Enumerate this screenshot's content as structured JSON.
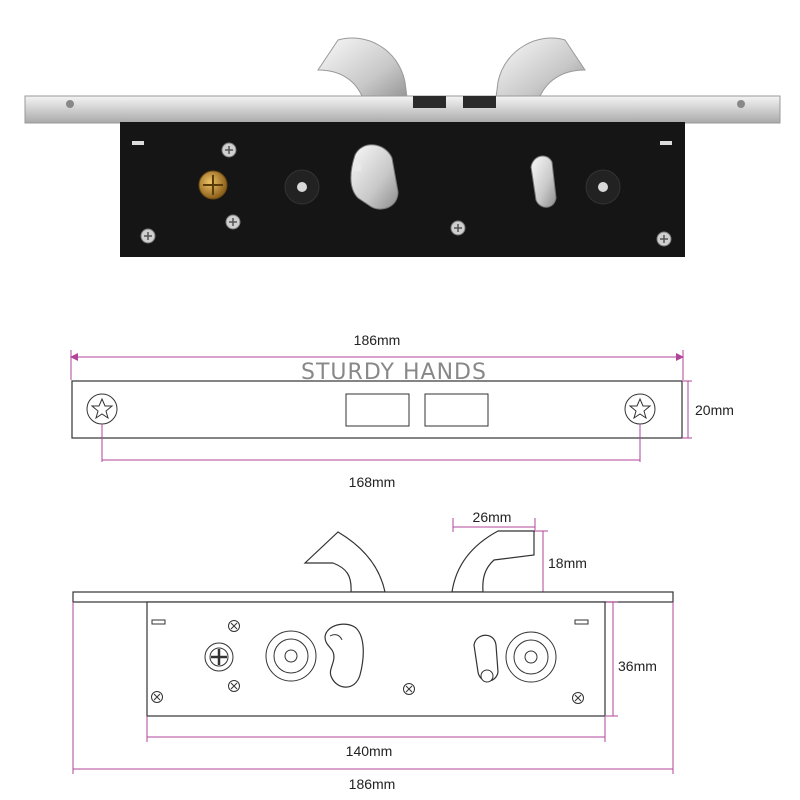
{
  "brand": "STURDY HANDS",
  "photo": {
    "subject": "lock-photo",
    "colors": {
      "faceplate": "#d9d9d9",
      "body": "#151515",
      "hooks": "#cfcfcf",
      "brass": "#b8862b"
    }
  },
  "faceplate_view": {
    "overall_width": "186mm",
    "hole_spacing": "168mm",
    "height": "20mm"
  },
  "side_view": {
    "hook_width": "26mm",
    "hook_height": "18mm",
    "body_height": "36mm",
    "body_width": "140mm",
    "overall_width": "186mm"
  },
  "colors": {
    "dimension_line": "#b0449a",
    "outline": "#333333"
  }
}
